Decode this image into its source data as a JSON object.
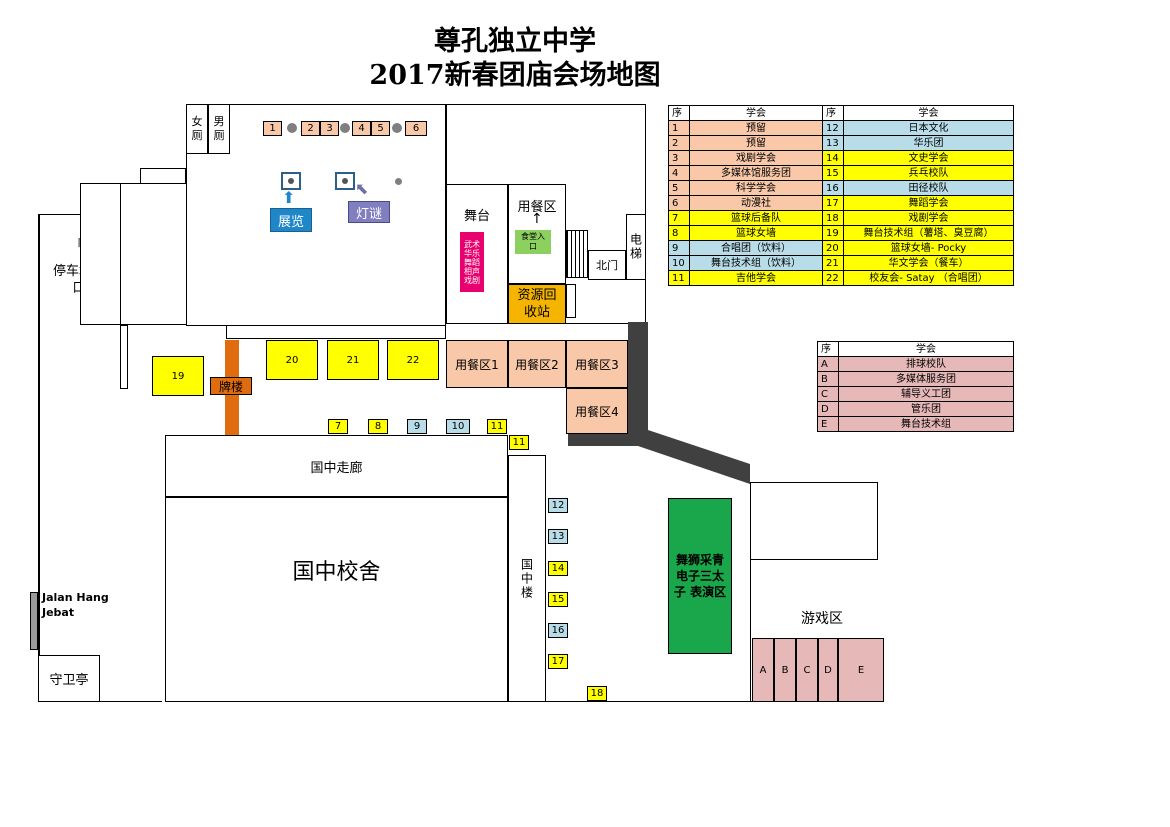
{
  "title": {
    "line1": "尊孔独立中学",
    "line2": "2017新春团庙会场地图"
  },
  "map": {
    "toilet_female": "女厕",
    "toilet_male": "男厕",
    "exhibit": "展览",
    "lantern": "灯谜",
    "parking": "停车场入口",
    "south_gate": "南门",
    "stage": "舞台",
    "dining_zone": "用餐区",
    "canteen_entrance": "食堂入口",
    "elevator": "电梯",
    "north_gate": "北门",
    "stage_groups": "武术华乐舞蹈相声戏剧",
    "recycle": "资源回收站",
    "dining1": "用餐区1",
    "dining2": "用餐区2",
    "dining3": "用餐区3",
    "dining4": "用餐区4",
    "archway": "牌楼",
    "corridor": "国中走廊",
    "school_building": "国中校舍",
    "guozhong_lou": "国中楼",
    "lion_dance": "舞狮采青电子三太子 表演区",
    "game_zone": "游戏区",
    "road": "Jalan Hang Jebat",
    "guard_house": "守卫亭",
    "top_booths": [
      "1",
      "2",
      "3",
      "4",
      "5",
      "6"
    ],
    "booth19": "19",
    "booth20": "20",
    "booth21": "21",
    "booth22": "22",
    "row_booths": [
      "7",
      "8",
      "9",
      "10",
      "11"
    ],
    "booth11b": "11",
    "col_booths": [
      "12",
      "13",
      "14",
      "15",
      "16",
      "17"
    ],
    "booth18": "18",
    "game_booths": [
      "A",
      "B",
      "C",
      "D",
      "E"
    ]
  },
  "legend_main": {
    "header_no": "序",
    "header_club": "学会",
    "rows": [
      {
        "n1": "1",
        "c1": "预留",
        "n2": "12",
        "c2": "日本文化"
      },
      {
        "n1": "2",
        "c1": "预留",
        "n2": "13",
        "c2": "华乐团"
      },
      {
        "n1": "3",
        "c1": "戏剧学会",
        "n2": "14",
        "c2": "文史学会"
      },
      {
        "n1": "4",
        "c1": "多媒体馆服务团",
        "n2": "15",
        "c2": "兵乓校队"
      },
      {
        "n1": "5",
        "c1": "科学学会",
        "n2": "16",
        "c2": "田径校队"
      },
      {
        "n1": "6",
        "c1": "动漫社",
        "n2": "17",
        "c2": "舞蹈学会"
      },
      {
        "n1": "7",
        "c1": "篮球后备队",
        "n2": "18",
        "c2": "戏剧学会"
      },
      {
        "n1": "8",
        "c1": "篮球女墙",
        "n2": "19",
        "c2": "舞台技术组（薯塔、臭豆腐）"
      },
      {
        "n1": "9",
        "c1": "合唱团（饮料）",
        "n2": "20",
        "c2": "篮球女墙- Pocky"
      },
      {
        "n1": "10",
        "c1": "舞台技术组（饮料）",
        "n2": "21",
        "c2": "华文学会（餐车）"
      },
      {
        "n1": "11",
        "c1": "吉他学会",
        "n2": "22",
        "c2": "校友会- Satay （合唱团）"
      }
    ]
  },
  "legend_games": {
    "header_no": "序",
    "header_club": "学会",
    "rows": [
      {
        "n": "A",
        "c": "排球校队"
      },
      {
        "n": "B",
        "c": "多媒体服务团"
      },
      {
        "n": "C",
        "c": "辅导义工团"
      },
      {
        "n": "D",
        "c": "管乐团"
      },
      {
        "n": "E",
        "c": "舞台技术组"
      }
    ]
  },
  "colors": {
    "orange": "#f8c8a8",
    "yellow": "#ffff00",
    "blue": "#b8dce8",
    "pink": "#e6b8b8",
    "green": "#1aa64a",
    "magenta": "#e8006e",
    "gold": "#f4b400",
    "archway": "#e06c10"
  }
}
